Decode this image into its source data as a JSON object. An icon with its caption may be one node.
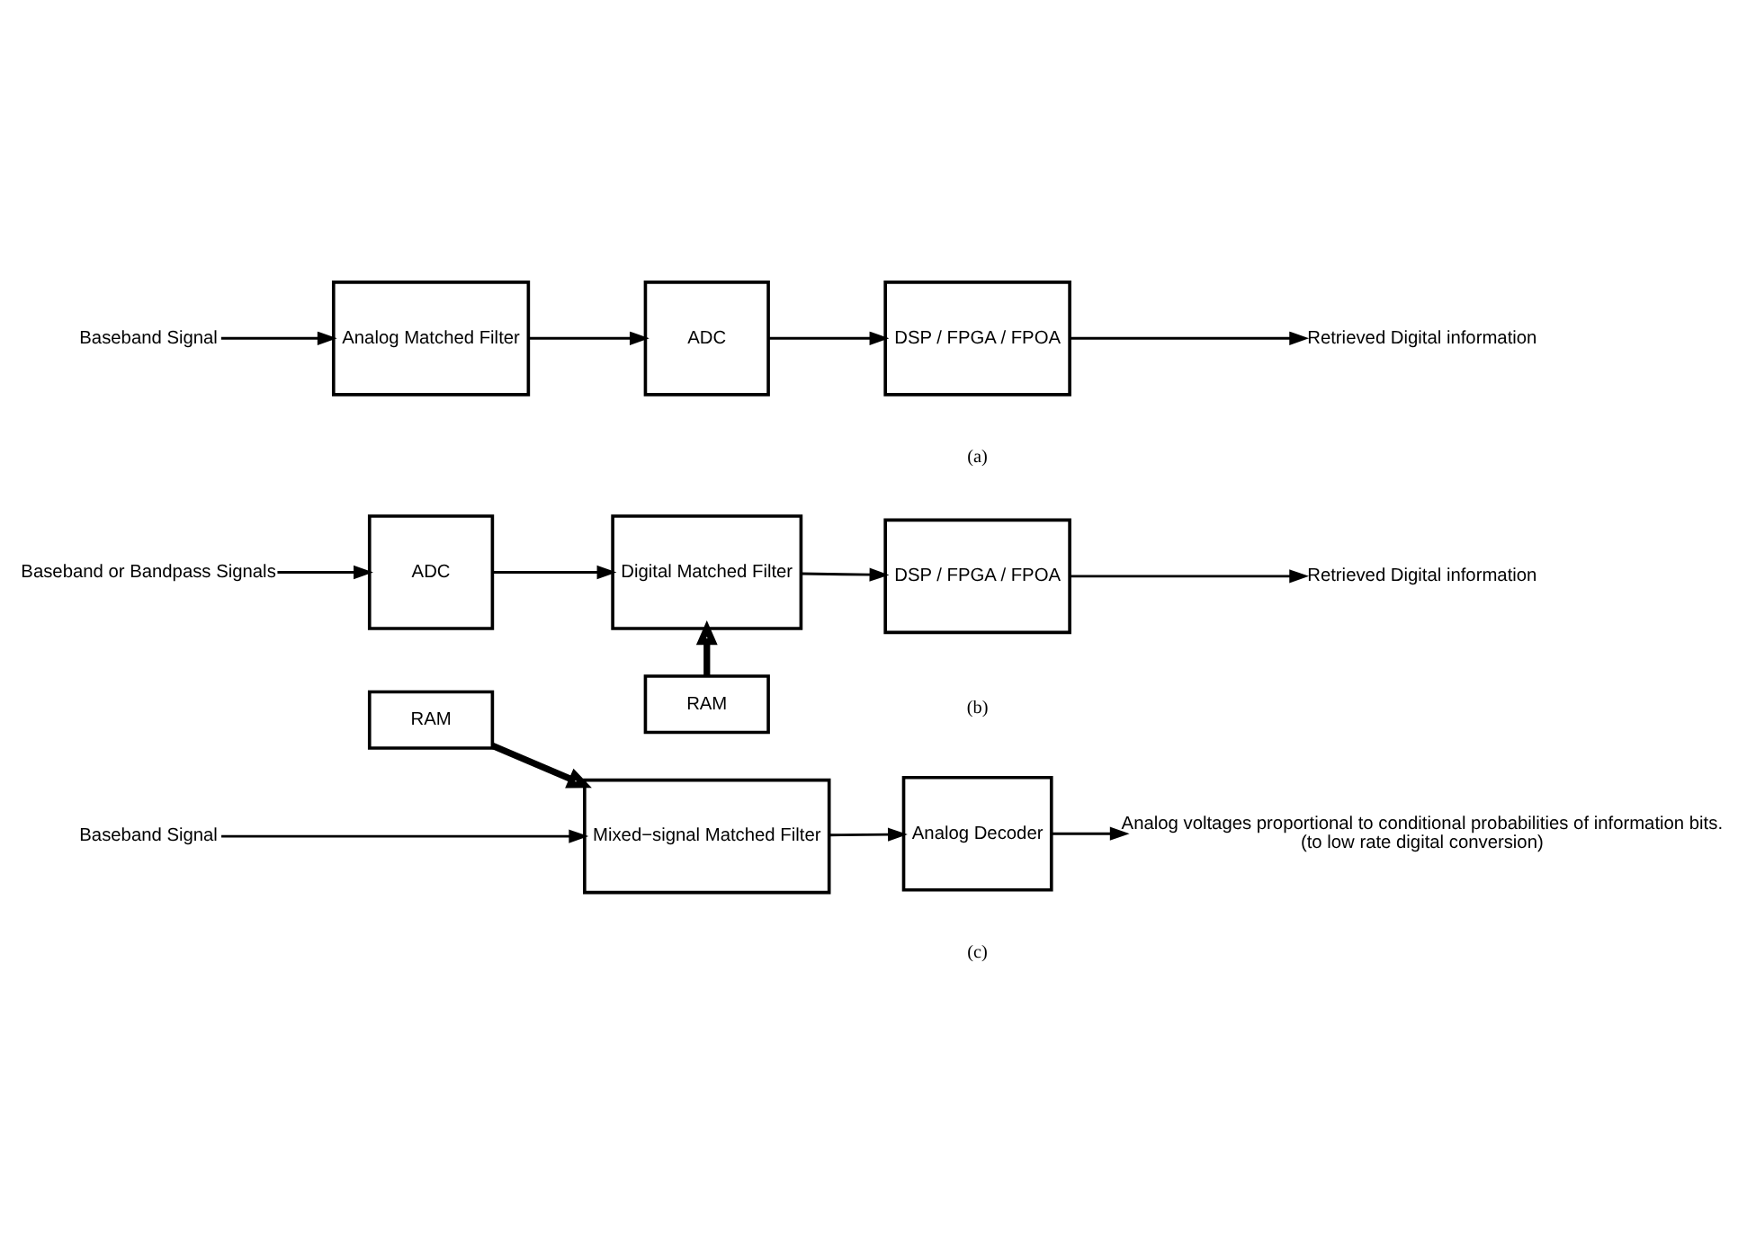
{
  "diagram": {
    "nodes": [
      {
        "text": [
          "Baseband Signal"
        ]
      },
      {
        "text": [
          "Analog Matched Filter"
        ]
      },
      {
        "text": [
          "ADC"
        ]
      },
      {
        "text": [
          "DSP / FPGA / FPOA"
        ]
      },
      {
        "text": [
          "Retrieved Digital information"
        ]
      },
      {
        "text": [
          "Baseband or Bandpass Signals"
        ]
      },
      {
        "text": [
          "ADC"
        ]
      },
      {
        "text": [
          "Digital Matched Filter"
        ]
      },
      {
        "text": [
          "DSP / FPGA / FPOA"
        ]
      },
      {
        "text": [
          "Retrieved Digital information"
        ]
      },
      {
        "text": [
          "RAM"
        ]
      },
      {
        "text": [
          "RAM"
        ]
      },
      {
        "text": [
          "Baseband Signal"
        ]
      },
      {
        "text": [
          "Mixed−signal Matched Filter"
        ]
      },
      {
        "text": [
          "Analog Decoder"
        ]
      },
      {
        "text": [
          "Analog voltages proportional to conditional probabilities of information bits.",
          "(to low rate digital conversion)"
        ]
      }
    ],
    "edges": [
      {
        "from": 0,
        "to": 1,
        "arrow": "to"
      },
      {
        "from": 1,
        "to": 2,
        "arrow": "to"
      },
      {
        "from": 2,
        "to": 3,
        "arrow": "to"
      },
      {
        "from": 3,
        "to": 4,
        "arrow": "to"
      },
      {
        "from": 5,
        "to": 6,
        "arrow": "to"
      },
      {
        "from": 6,
        "to": 7,
        "arrow": "to"
      },
      {
        "from": 7,
        "to": 8,
        "arrow": "to"
      },
      {
        "from": 8,
        "to": 9,
        "arrow": "to"
      },
      {
        "from": 11,
        "to": 7,
        "arrow": "to",
        "style": "thick"
      },
      {
        "from": 10,
        "to": 13,
        "arrow": "to",
        "style": "thick"
      },
      {
        "from": 12,
        "to": 13,
        "arrow": "to"
      },
      {
        "from": 13,
        "to": 14,
        "arrow": "to"
      },
      {
        "from": 14,
        "to": 15,
        "arrow": "to"
      }
    ],
    "labels": [
      "(a)",
      "(b)",
      "(c)"
    ]
  }
}
